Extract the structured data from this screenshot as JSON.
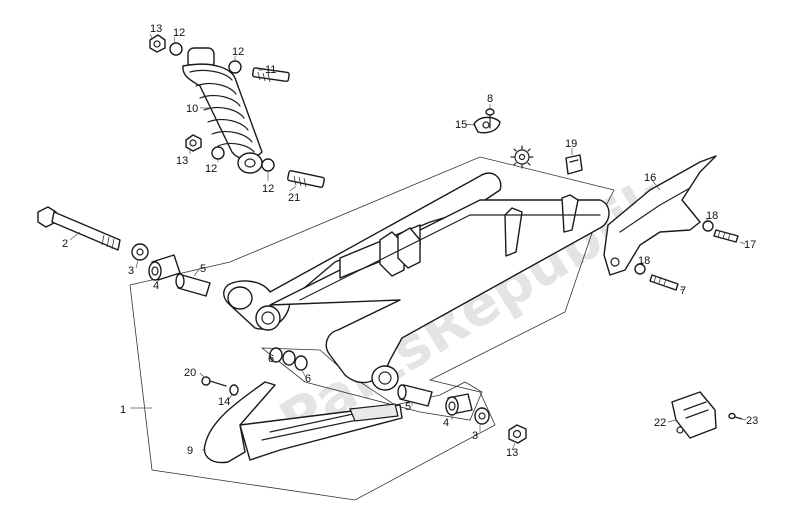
{
  "watermark": "PartsRepublik",
  "callouts": [
    {
      "id": "13",
      "label": "13"
    },
    {
      "id": "12",
      "label": "12"
    },
    {
      "id": "11",
      "label": "11"
    },
    {
      "id": "10",
      "label": "10"
    },
    {
      "id": "9",
      "label": "9"
    },
    {
      "id": "8",
      "label": "8"
    },
    {
      "id": "7",
      "label": "7"
    },
    {
      "id": "6",
      "label": "6"
    },
    {
      "id": "5",
      "label": "5"
    },
    {
      "id": "4",
      "label": "4"
    },
    {
      "id": "3",
      "label": "3"
    },
    {
      "id": "2",
      "label": "2"
    },
    {
      "id": "1",
      "label": "1"
    },
    {
      "id": "14",
      "label": "14"
    },
    {
      "id": "15",
      "label": "15"
    },
    {
      "id": "16",
      "label": "16"
    },
    {
      "id": "17",
      "label": "17"
    },
    {
      "id": "18",
      "label": "18"
    },
    {
      "id": "19",
      "label": "19"
    },
    {
      "id": "20",
      "label": "20"
    },
    {
      "id": "21",
      "label": "21"
    },
    {
      "id": "22",
      "label": "22"
    },
    {
      "id": "23",
      "label": "23"
    }
  ]
}
